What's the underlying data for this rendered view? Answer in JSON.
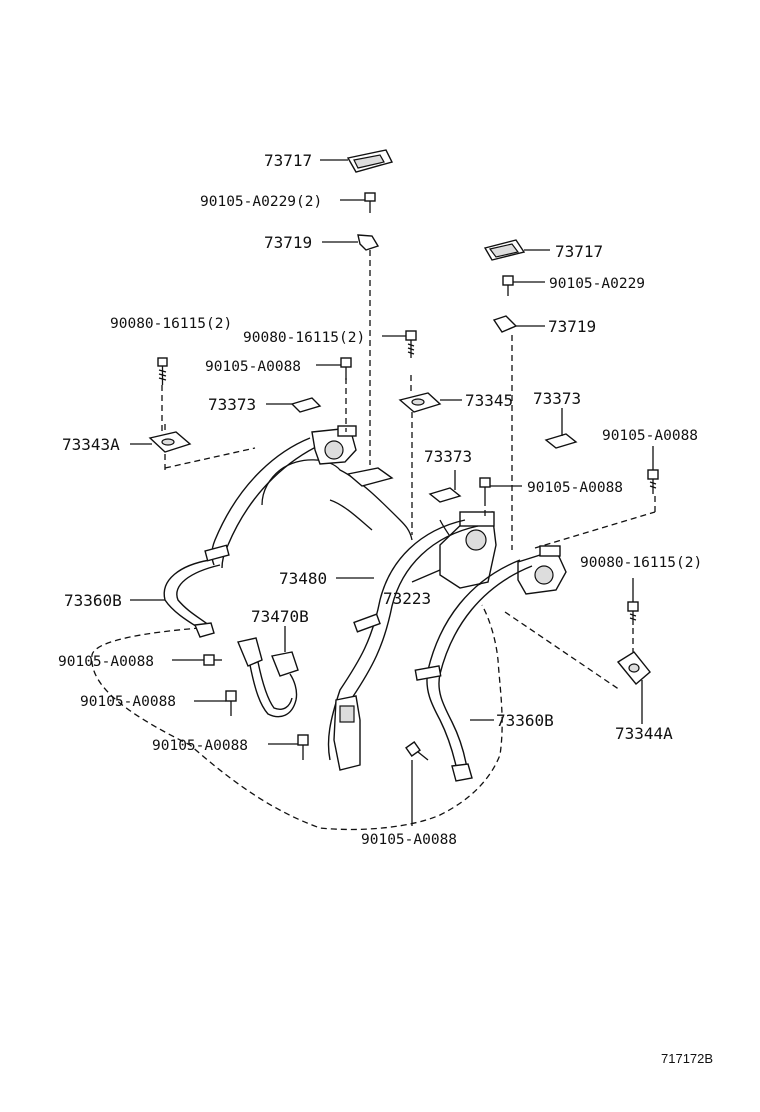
{
  "parts": [
    {
      "key": "p1",
      "text": "73717"
    },
    {
      "key": "p2",
      "text": "90105-A0229(2)"
    },
    {
      "key": "p3",
      "text": "73719"
    },
    {
      "key": "p4",
      "text": "73717"
    },
    {
      "key": "p5",
      "text": "90105-A0229"
    },
    {
      "key": "p6",
      "text": "90080-16115(2)"
    },
    {
      "key": "p7",
      "text": "90080-16115(2)"
    },
    {
      "key": "p8",
      "text": "73719"
    },
    {
      "key": "p9",
      "text": "90105-A0088"
    },
    {
      "key": "p10",
      "text": "73373"
    },
    {
      "key": "p11",
      "text": "73345"
    },
    {
      "key": "p12",
      "text": "73373"
    },
    {
      "key": "p13",
      "text": "73343A"
    },
    {
      "key": "p14",
      "text": "90105-A0088"
    },
    {
      "key": "p15",
      "text": "73373"
    },
    {
      "key": "p16",
      "text": "90105-A0088"
    },
    {
      "key": "p17",
      "text": "73480"
    },
    {
      "key": "p18",
      "text": "90080-16115(2)"
    },
    {
      "key": "p19",
      "text": "73360B"
    },
    {
      "key": "p20",
      "text": "73223"
    },
    {
      "key": "p21",
      "text": "73470B"
    },
    {
      "key": "p22",
      "text": "90105-A0088"
    },
    {
      "key": "p23",
      "text": "90105-A0088"
    },
    {
      "key": "p24",
      "text": "73344A"
    },
    {
      "key": "p25",
      "text": "73360B"
    },
    {
      "key": "p26",
      "text": "90105-A0088"
    },
    {
      "key": "p27",
      "text": "90105-A0088"
    }
  ],
  "reference_code": "717172B"
}
